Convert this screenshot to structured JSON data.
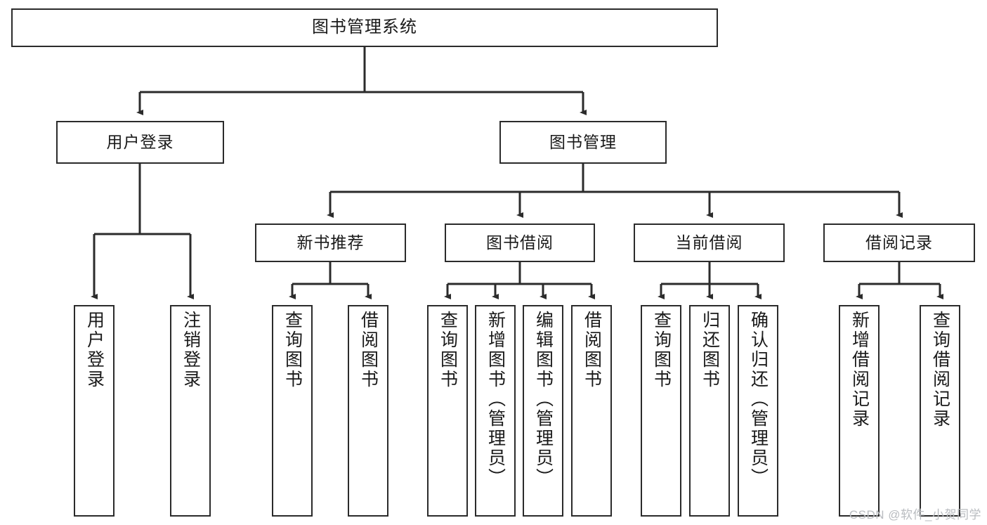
{
  "diagram": {
    "title": "图书管理系统",
    "type": "tree-hierarchy-diagram",
    "watermark": "CSDN @软件_小贺同学",
    "colors": {
      "box_border": "#2b2b2b",
      "box_fill": "#ffffff",
      "connector": "#2b2b2b",
      "text": "#1a1a1a",
      "watermark": "#b9bcc0"
    },
    "nodes": {
      "root": {
        "label": "图书管理系统"
      },
      "level2": [
        {
          "id": "user-login",
          "label": "用户登录"
        },
        {
          "id": "book-manage",
          "label": "图书管理"
        }
      ],
      "level3": [
        {
          "id": "new-book-recommend",
          "label": "新书推荐"
        },
        {
          "id": "book-borrow",
          "label": "图书借阅"
        },
        {
          "id": "current-borrow",
          "label": "当前借阅"
        },
        {
          "id": "borrow-record",
          "label": "借阅记录"
        }
      ],
      "leaves": {
        "user-login": [
          {
            "id": "leaf-user-login",
            "label": "用户登录"
          },
          {
            "id": "leaf-user-logout",
            "label": "注销登录"
          }
        ],
        "new-book-recommend": [
          {
            "id": "leaf-query-book-1",
            "label": "查询图书"
          },
          {
            "id": "leaf-borrow-book-1",
            "label": "借阅图书"
          }
        ],
        "book-borrow": [
          {
            "id": "leaf-query-book-2",
            "label": "查询图书"
          },
          {
            "id": "leaf-add-book",
            "label": "新增图书（管理员）"
          },
          {
            "id": "leaf-edit-book",
            "label": "编辑图书（管理员）"
          },
          {
            "id": "leaf-borrow-book-2",
            "label": "借阅图书"
          }
        ],
        "current-borrow": [
          {
            "id": "leaf-query-book-3",
            "label": "查询图书"
          },
          {
            "id": "leaf-return-book",
            "label": "归还图书"
          },
          {
            "id": "leaf-confirm-return",
            "label": "确认归还（管理员）"
          }
        ],
        "borrow-record": [
          {
            "id": "leaf-add-record",
            "label": "新增借阅记录"
          },
          {
            "id": "leaf-query-record",
            "label": "查询借阅记录"
          }
        ]
      }
    }
  }
}
